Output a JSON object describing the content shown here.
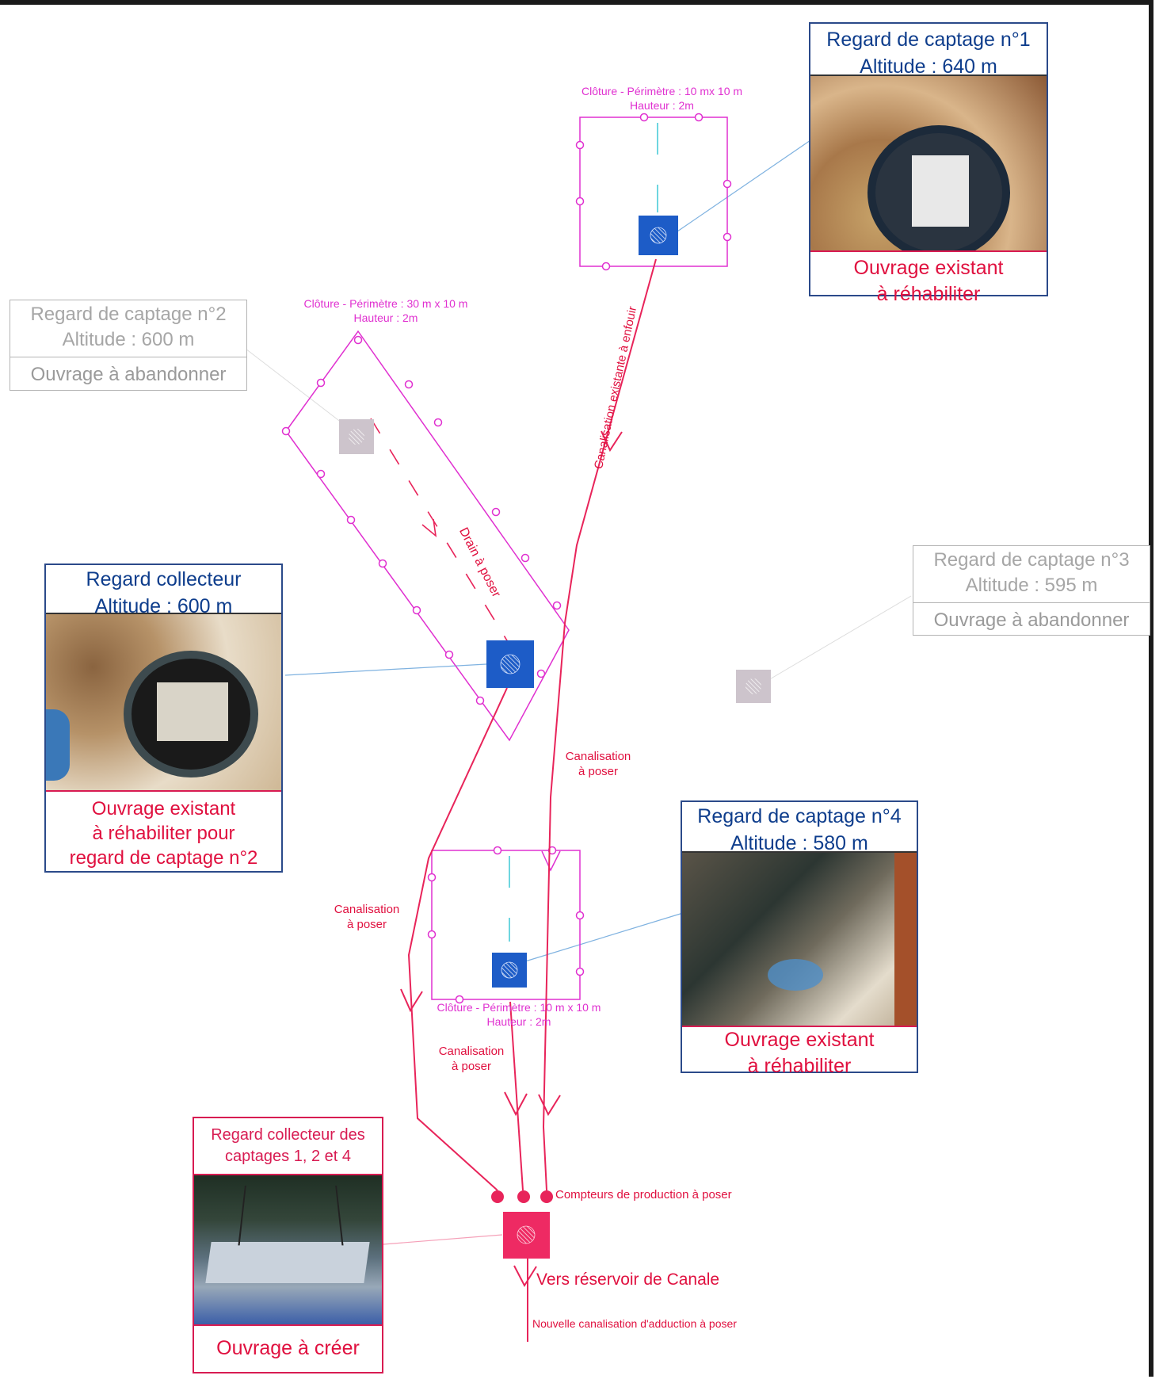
{
  "colors": {
    "fence": "#e030d0",
    "new_pipe": "#e8245a",
    "existing_works": "#1d5cc7",
    "abandoned_works": "#cdc4cc",
    "new_work": "#ee2a63",
    "leader_blue": "#7fb2e0",
    "frame": "#1a1a1a"
  },
  "cards": {
    "captage1": {
      "title": "Regard de captage n°1",
      "altitude": "Altitude : 640 m",
      "status": [
        "Ouvrage existant",
        "à réhabiliter"
      ]
    },
    "captage2": {
      "title": "Regard de captage n°2",
      "altitude": "Altitude : 600 m",
      "status": "Ouvrage à abandonner"
    },
    "captage3": {
      "title": "Regard de captage n°3",
      "altitude": "Altitude : 595 m",
      "status": "Ouvrage à abandonner"
    },
    "collecteur": {
      "title": "Regard collecteur",
      "altitude": "Altitude : 600 m",
      "status": [
        "Ouvrage existant",
        "à réhabiliter pour",
        "regard de captage n°2"
      ]
    },
    "captage4": {
      "title": "Regard de captage n°4",
      "altitude": "Altitude : 580 m",
      "status": [
        "Ouvrage existant",
        "à réhabiliter"
      ]
    },
    "new_collecteur": {
      "title": [
        "Regard collecteur des",
        "captages 1, 2 et 4"
      ],
      "status": "Ouvrage à créer"
    }
  },
  "labels": {
    "fence1": [
      "Clôture - Périmètre : 10 mx 10 m",
      "Hauteur : 2m"
    ],
    "fence2": [
      "Clôture - Périmètre : 30 m x 10 m",
      "Hauteur : 2m"
    ],
    "fence4": [
      "Clôture - Périmètre : 10 m x 10 m",
      "Hauteur : 2m"
    ],
    "existing_pipe": "Canalisation existante à enfouir",
    "drain": "Drain à poser",
    "pipe_center": [
      "Canalisation",
      "à poser"
    ],
    "pipe_left": [
      "Canalisation",
      "à poser"
    ],
    "pipe_mid": [
      "Canalisation",
      "à poser"
    ],
    "meters": "Compteurs de production à poser",
    "to_reservoir": "Vers réservoir de Canale",
    "new_adduction": "Nouvelle canalisation d'adduction à poser"
  },
  "icons": {
    "captage1": "manhole-square-icon",
    "captage2": "manhole-square-icon",
    "captage3": "manhole-square-icon",
    "collecteur": "manhole-square-icon",
    "captage4": "manhole-square-icon",
    "new_collecteur": "manhole-square-icon",
    "meter": "flow-meter-dot-icon"
  }
}
